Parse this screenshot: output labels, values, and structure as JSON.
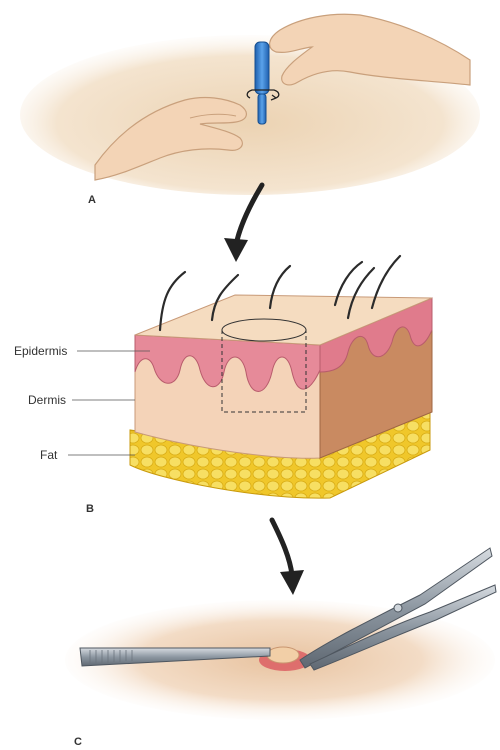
{
  "panels": [
    {
      "letter": "A"
    },
    {
      "letter": "B"
    },
    {
      "letter": "C"
    }
  ],
  "skin_layers": [
    "Epidermis",
    "Dermis",
    "Fat"
  ],
  "colors": {
    "skin_background": "#f1dcc3",
    "epidermis": "#e9909d",
    "dermis": "#f5d3b9",
    "dermis_side": "#c98a61",
    "fat": "#f3d23c",
    "punch_tool": "#3a86d6",
    "hair": "#2b2b2b",
    "instrument_steel": "#9aa4ad",
    "arrow": "#222222"
  },
  "icons": [
    "punch-biopsy-tool",
    "curved-arrow-down",
    "forceps",
    "scissors"
  ]
}
